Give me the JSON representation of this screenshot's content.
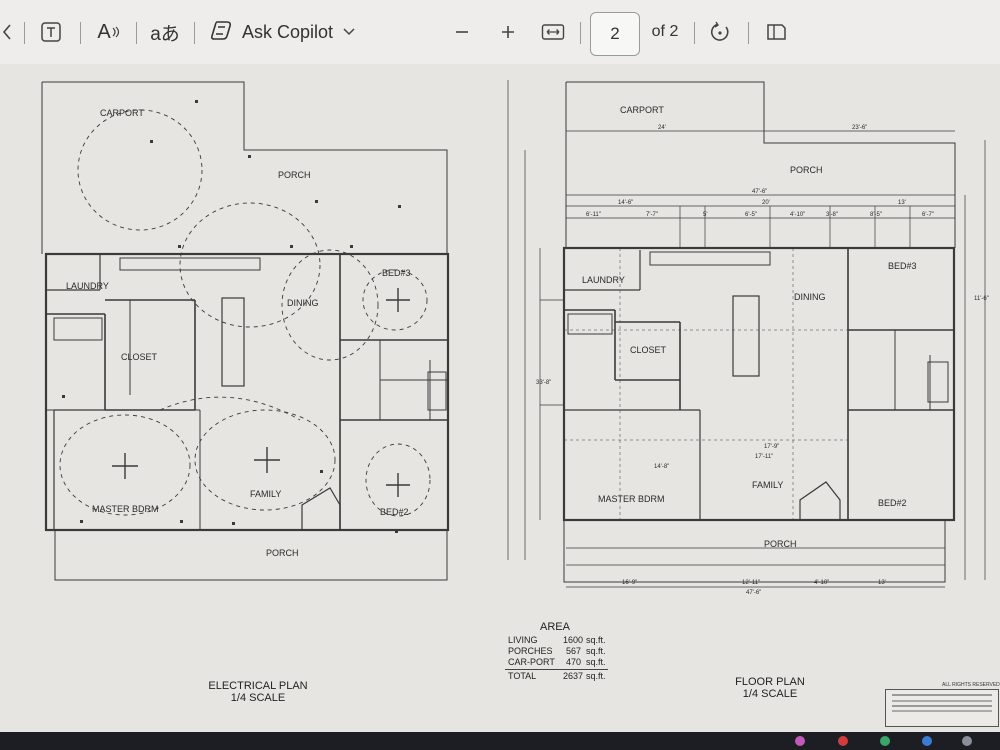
{
  "toolbar": {
    "ask_copilot_label": "Ask Copilot",
    "current_page": "2",
    "page_of": "of 2",
    "read_aloud_label": "A",
    "translate_label": "aあ"
  },
  "electrical_plan": {
    "rooms": {
      "carport": "CARPORT",
      "porch_top": "PORCH",
      "laundry": "LAUNDRY",
      "closet": "CLOSET",
      "dining": "DINING",
      "bed3": "BED#3",
      "family": "FAMILY",
      "master": "MASTER BDRM",
      "bed2": "BED#2",
      "porch_bottom": "PORCH"
    },
    "caption_line1": "ELECTRICAL PLAN",
    "caption_line2": "1/4 SCALE"
  },
  "floor_plan": {
    "rooms": {
      "carport": "CARPORT",
      "porch_top": "PORCH",
      "laundry": "LAUNDRY",
      "closet": "CLOSET",
      "dining": "DINING",
      "bed3": "BED#3",
      "family": "FAMILY",
      "master": "MASTER BDRM",
      "bed2": "BED#2",
      "porch_bottom": "PORCH"
    },
    "dims": {
      "d24": "24'",
      "d23_6": "23'-6\"",
      "d47_6_top": "47'-6\"",
      "d14_6": "14'-6\"",
      "d20": "20'",
      "d13": "13'",
      "d6_11": "6'-11\"",
      "d7_7": "7'-7\"",
      "d5": "5'",
      "d6_5": "6'-5\"",
      "d4_10": "4'-10\"",
      "d3_8": "3'-8\"",
      "d8_5": "8'-5\"",
      "d6_7": "6'-7\"",
      "d16_9": "16'-9\"",
      "d12_11": "12'-11\"",
      "d4_10b": "4'-10\"",
      "d13b": "13'",
      "d47_6_bottom": "47'-6\"",
      "d17_11": "17'-11\"",
      "d17_9": "17'-9\"",
      "d14_8": "14'-8\"",
      "d33_8": "33'-8\"",
      "d11_6": "11'-6\""
    },
    "caption_line1": "FLOOR PLAN",
    "caption_line2": "1/4 SCALE"
  },
  "area": {
    "title": "AREA",
    "rows": [
      {
        "label": "LIVING",
        "value": "1600",
        "unit": "sq.ft."
      },
      {
        "label": "PORCHES",
        "value": "567",
        "unit": "sq.ft."
      },
      {
        "label": "CAR-PORT",
        "value": "470",
        "unit": "sq.ft."
      },
      {
        "label": "TOTAL",
        "value": "2637",
        "unit": "sq.ft."
      }
    ]
  },
  "rights": "ALL RIGHTS RESERVED"
}
